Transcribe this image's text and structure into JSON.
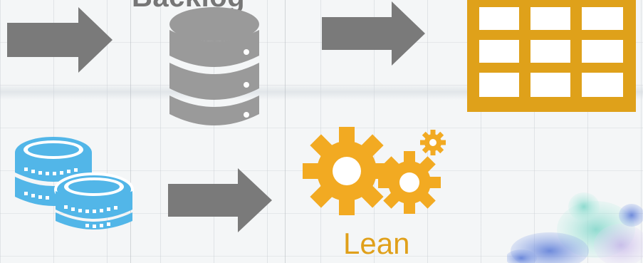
{
  "labels": {
    "top_partial": "Backlog",
    "lean": "Lean"
  },
  "icons": [
    "arrow-right-icon",
    "database-icon",
    "arrow-right-icon",
    "table-grid-icon",
    "coins-icon",
    "arrow-right-icon",
    "gears-icon",
    "watercolor-splash"
  ],
  "colors": {
    "arrow": "#7a7a7a",
    "database": "#9a9a9a",
    "table": "#dfa11a",
    "coins": "#52b6e8",
    "gears": "#f2aa22",
    "lean_text": "#e0a01a"
  }
}
